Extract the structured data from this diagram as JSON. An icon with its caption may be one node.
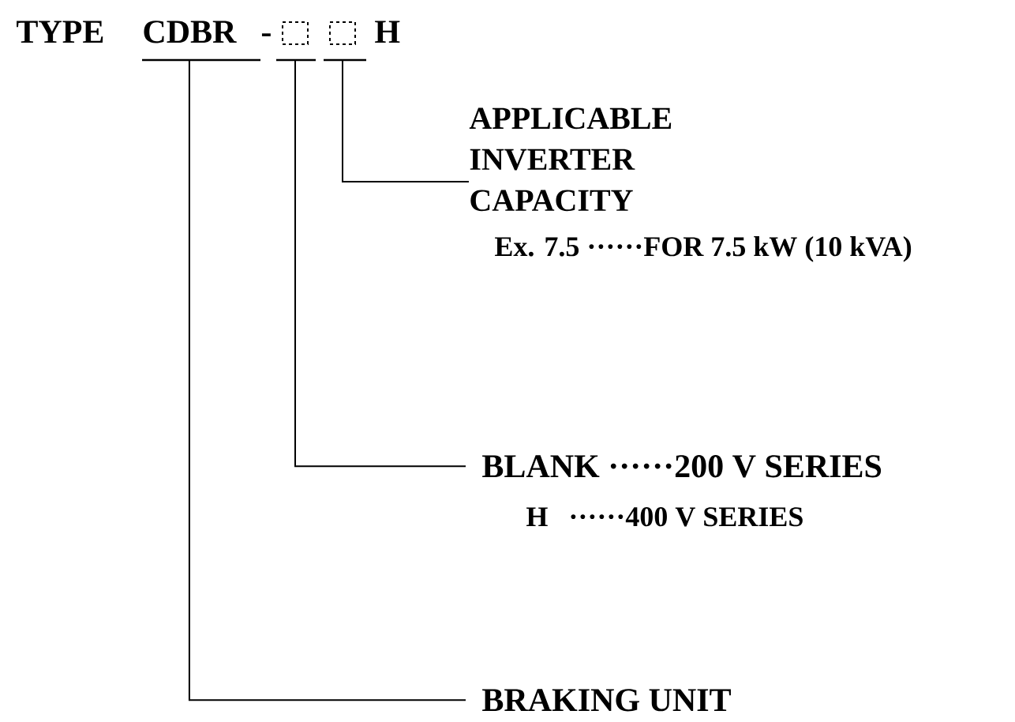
{
  "diagram": {
    "nodes": [
      {
        "text": [
          "CDBR"
        ]
      },
      {
        "text": [],
        "shape": "box"
      },
      {
        "text": [],
        "shape": "box"
      },
      {
        "text": [
          "APPLICABLE INVERTER CAPACITY"
        ]
      },
      {
        "text": [
          "BLANK ······200 V SERIES"
        ]
      },
      {
        "text": [
          "BRAKING UNIT"
        ]
      }
    ],
    "edges": [
      {
        "from": 2,
        "to": 3,
        "arrow": "none"
      },
      {
        "from": 1,
        "to": 4,
        "arrow": "none"
      },
      {
        "from": 0,
        "to": 5,
        "arrow": "none"
      }
    ],
    "labels": [
      "TYPE",
      "-",
      "H",
      "Ex. 7.5 ······FOR 7.5 kW (10 kVA)",
      "H",
      "······400 V SERIES"
    ]
  }
}
